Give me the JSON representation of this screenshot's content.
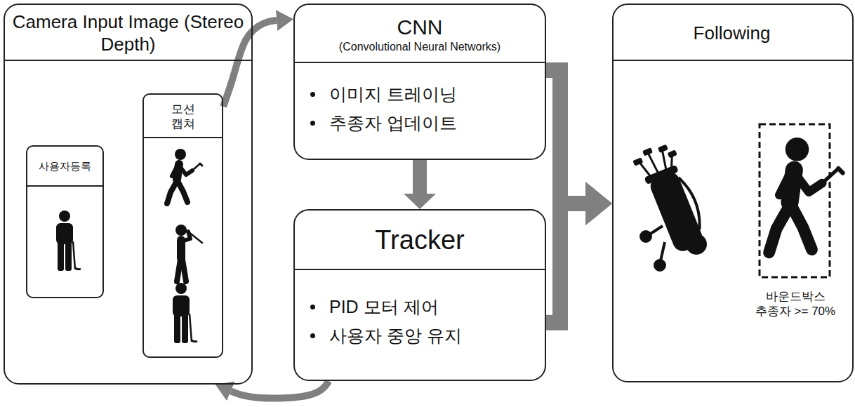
{
  "diagram": {
    "nodes": [
      {
        "text": [
          "Camera Input Image (Stereo Depth)"
        ]
      },
      {
        "text": [
          "사용자등록"
        ],
        "in": 0
      },
      {
        "text": [
          "모션 캡쳐"
        ],
        "in": 0
      },
      {
        "text": [
          "CNN",
          "(Convolutional Neural Networks)",
          "이미지 트레이닝",
          "추종자 업데이트"
        ]
      },
      {
        "text": [
          "Tracker",
          "PID 모터 제어",
          "사용자 중앙 유지"
        ]
      },
      {
        "text": [
          "Following",
          "바운드박스 추종자 >= 70%"
        ]
      }
    ],
    "edges": [
      {
        "from": 2,
        "to": 3,
        "arrow": "to"
      },
      {
        "from": 3,
        "to": 4,
        "arrow": "to"
      },
      {
        "from": 4,
        "to": 0,
        "arrow": "to"
      },
      {
        "from": 3,
        "to": 5,
        "arrow": "to"
      },
      {
        "from": 4,
        "to": 5,
        "arrow": "to"
      }
    ]
  }
}
